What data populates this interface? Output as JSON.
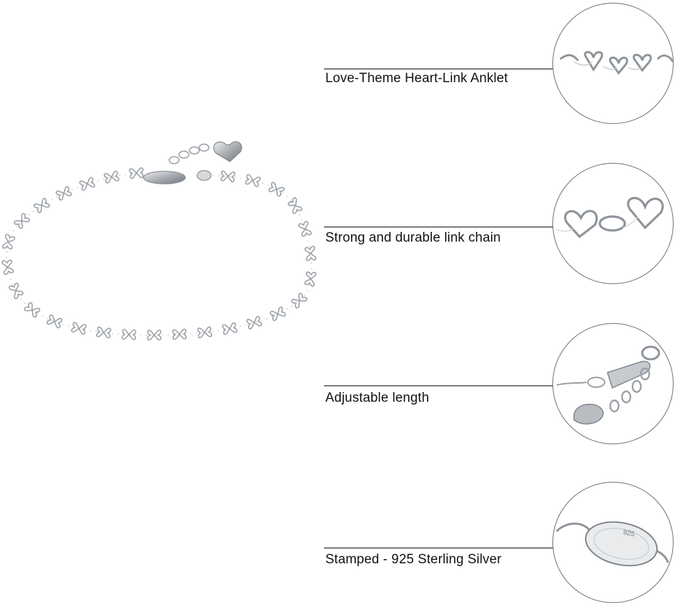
{
  "product": {
    "photo_icon": "heart-link-anklet-photo",
    "features": [
      {
        "label": "Love-Theme Heart-Link  Anklet",
        "icon": "heart-chain-closeup"
      },
      {
        "label": "Strong and durable link chain",
        "icon": "large-heart-links-closeup"
      },
      {
        "label": "Adjustable length",
        "icon": "clasp-and-extender-closeup"
      },
      {
        "label": "Stamped - 925 Sterling Silver",
        "icon": "stamped-925-tag-closeup"
      }
    ],
    "stamp_text": "925"
  },
  "colors": {
    "silver": "#b8bcc0",
    "silver_dark": "#7f858b",
    "line": "#7a7a7a",
    "text": "#111111"
  }
}
